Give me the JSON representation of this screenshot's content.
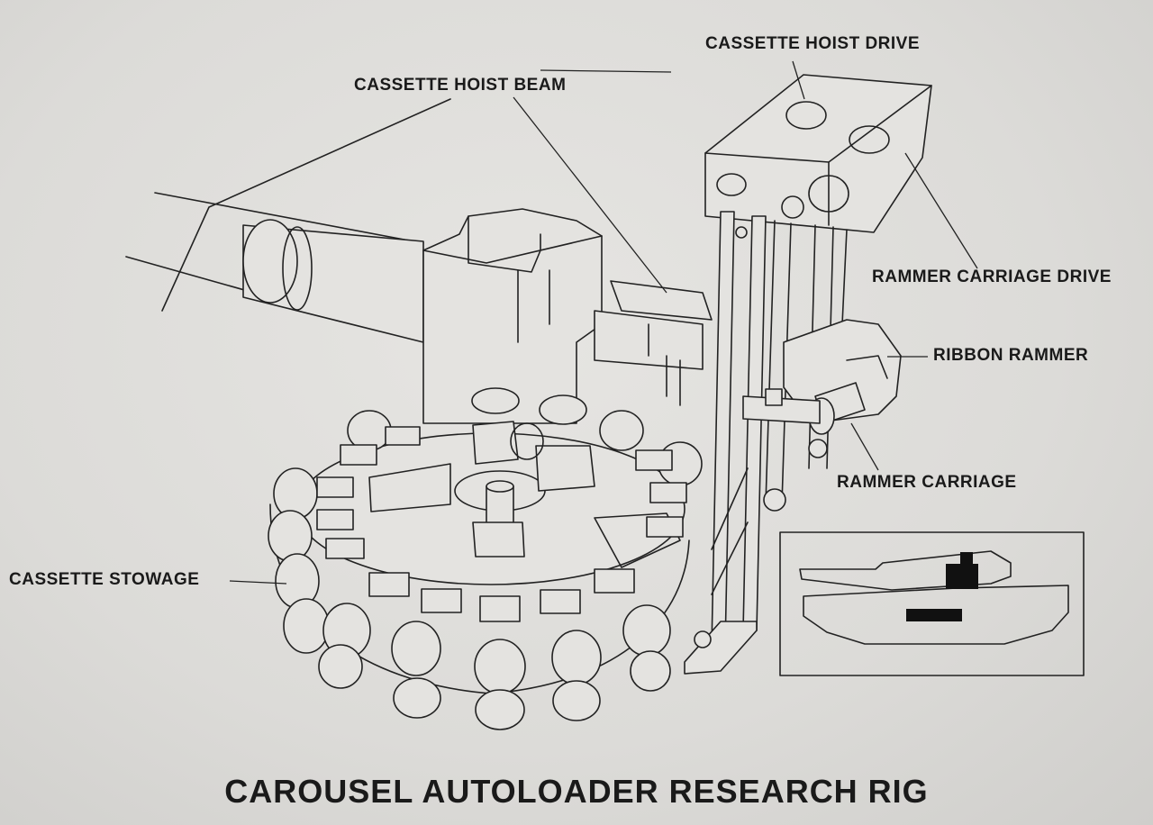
{
  "title": "CAROUSEL AUTOLOADER RESEARCH RIG",
  "labels": {
    "cassette_hoist_drive": "CASSETTE HOIST DRIVE",
    "cassette_hoist_beam": "CASSETTE HOIST BEAM",
    "rammer_carriage_drive": "RAMMER CARRIAGE DRIVE",
    "ribbon_rammer": "RIBBON RAMMER",
    "rammer_carriage": "RAMMER CARRIAGE",
    "cassette_stowage": "CASSETTE STOWAGE"
  },
  "colors": {
    "ink": "#222222",
    "paper": "#dedddb",
    "inset_fill": "#111111"
  }
}
